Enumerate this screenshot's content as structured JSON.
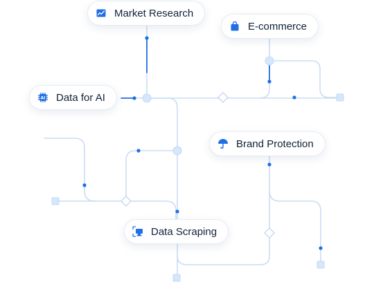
{
  "nodes": {
    "market_research": {
      "label": "Market Research",
      "icon": "chart-image-icon"
    },
    "ecommerce": {
      "label": "E-commerce",
      "icon": "shopping-bag-icon"
    },
    "data_for_ai": {
      "label": "Data for AI",
      "icon": "ai-chip-icon"
    },
    "brand_protection": {
      "label": "Brand Protection",
      "icon": "umbrella-icon"
    },
    "data_scraping": {
      "label": "Data Scraping",
      "icon": "scraping-icon"
    }
  },
  "colors": {
    "accent": "#1f6fe5",
    "line": "#c9ddf3",
    "node_fill": "#d6e7fb",
    "text": "#0f2137"
  }
}
